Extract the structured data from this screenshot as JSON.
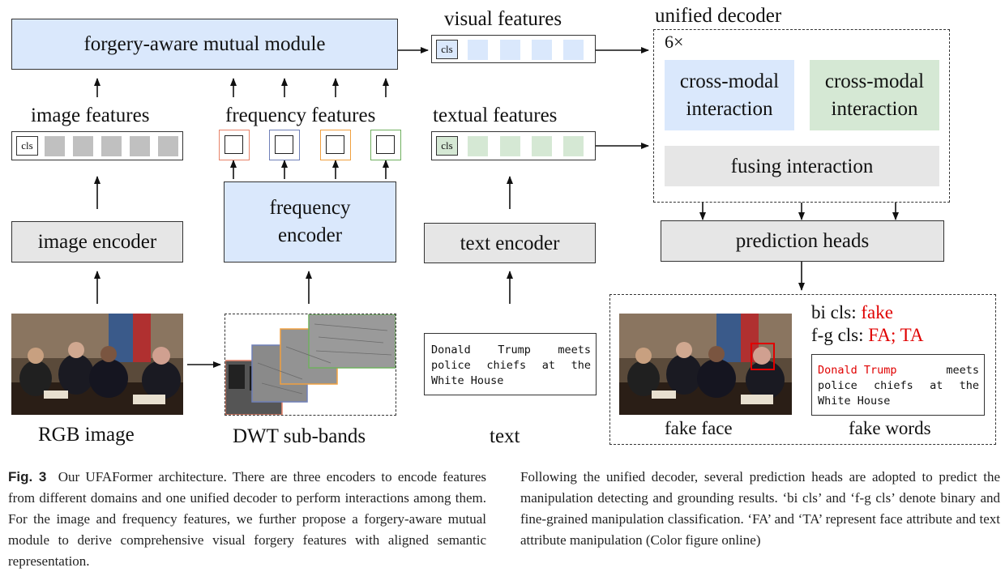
{
  "diagram": {
    "forgery_module": "forgery-aware mutual module",
    "visual_features": "visual features",
    "unified_decoder": "unified decoder",
    "times": "6×",
    "cross_modal_1": [
      "cross-modal",
      "interaction"
    ],
    "cross_modal_2": [
      "cross-modal",
      "interaction"
    ],
    "fusing": "fusing interaction",
    "image_features": "image features",
    "frequency_features": "frequency features",
    "textual_features": "textual features",
    "cls": "cls",
    "image_encoder": "image encoder",
    "frequency_encoder": [
      "frequency",
      "encoder"
    ],
    "text_encoder": "text encoder",
    "prediction_heads": "prediction heads",
    "rgb_image": "RGB image",
    "dwt": "DWT sub-bands",
    "text": "text",
    "input_text": [
      "Donald Trump meets",
      "police chiefs at the",
      "White House"
    ],
    "bi_cls_label": "bi cls:",
    "bi_cls_value": "fake",
    "fg_cls_label": "f-g cls:",
    "fg_cls_value": "FA; TA",
    "output_text_fake": "Donald Trump",
    "output_text_rest": [
      "meets",
      "police chiefs at the",
      "White House"
    ],
    "fake_face": "fake face",
    "fake_words": "fake words"
  },
  "caption": {
    "fig": "Fig. 3",
    "text_left": "Our UFAFormer architecture. There are three encoders to encode features from different domains and one unified decoder to perform interactions among them. For the image and frequency features, we further propose a forgery-aware mutual module to derive comprehensive visual forgery features with aligned semantic representation.",
    "text_right": "Following the unified decoder, several prediction heads are adopted to predict the manipulation detecting and grounding results. ‘bi cls’ and ‘f-g cls’ denote binary and fine-grained manipulation classification. ‘FA’ and ‘TA’ represent face attribute and text attribute manipulation (Color figure online)"
  },
  "colors": {
    "blue": "#dae8fc",
    "green": "#d5e8d4",
    "gray": "#e6e6e6",
    "token_gray": "#c0c0c0",
    "red": "#e00000",
    "freq_borders": [
      "#e8836a",
      "#7080b8",
      "#f0a040",
      "#70b060"
    ]
  }
}
